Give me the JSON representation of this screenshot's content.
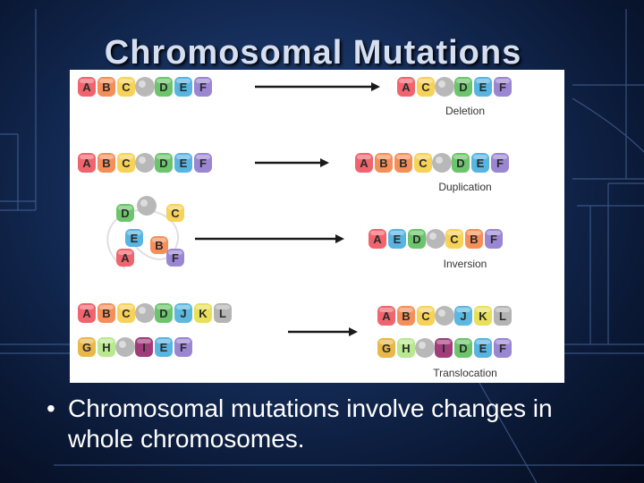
{
  "slide": {
    "title": "Chromosomal Mutations",
    "bullet_symbol": "•",
    "bullet_text": "Chromosomal mutations involve changes in whole chromosomes."
  },
  "colors": {
    "A": "#f0646e",
    "B": "#f58f5a",
    "C": "#f7d258",
    "D": "#6cc46c",
    "E": "#58b4e0",
    "F": "#9b86d2",
    "centromere": "#b8b8b8",
    "G": "#e8b84a",
    "H": "#b8e890",
    "I": "#a03c7a",
    "J": "#5cb8e0",
    "K": "#e8e05a",
    "L": "#b4b4b4",
    "arrow": "#1a1a1a",
    "caption": "#333333"
  },
  "diagram": {
    "rows": [
      {
        "label": "Deletion",
        "before": [
          [
            "A",
            "B",
            "C"
          ],
          [
            "D",
            "E",
            "F"
          ]
        ],
        "after": [
          [
            "A",
            "C"
          ],
          [
            "D",
            "E",
            "F"
          ]
        ]
      },
      {
        "label": "Duplication",
        "before": [
          [
            "A",
            "B",
            "C"
          ],
          [
            "D",
            "E",
            "F"
          ]
        ],
        "after": [
          [
            "A",
            "B",
            "B",
            "C"
          ],
          [
            "D",
            "E",
            "F"
          ]
        ]
      },
      {
        "label": "Inversion",
        "before_loop": [
          "D",
          "C",
          "E",
          "B",
          "A",
          "F"
        ],
        "after": [
          [
            "A",
            "E",
            "D"
          ],
          [
            "C",
            "B",
            "F"
          ]
        ]
      },
      {
        "label": "Translocation",
        "before_top": [
          [
            "A",
            "B",
            "C"
          ],
          [
            "D",
            "J",
            "K",
            "L"
          ]
        ],
        "before_bottom": [
          [
            "G",
            "H"
          ],
          [
            "I",
            "E",
            "F"
          ]
        ],
        "after_top": [
          [
            "A",
            "B",
            "C"
          ],
          [
            "J",
            "K",
            "L"
          ]
        ],
        "after_bottom": [
          [
            "G",
            "H"
          ],
          [
            "I",
            "D",
            "E",
            "F"
          ]
        ]
      }
    ]
  }
}
